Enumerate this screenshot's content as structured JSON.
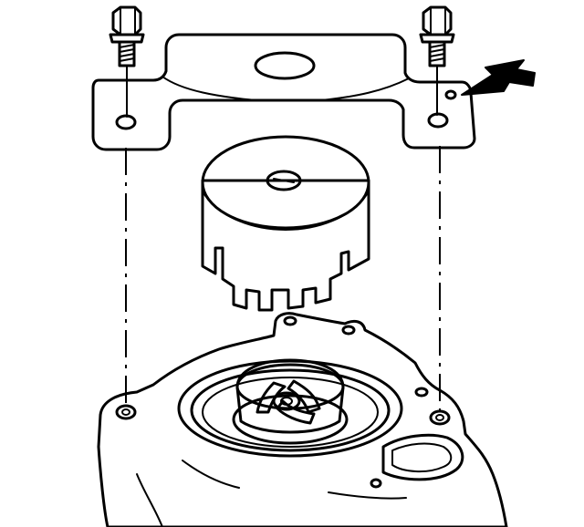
{
  "diagram": {
    "colors": {
      "ink": "#000000",
      "background": "#ffffff",
      "stipple": "#9a9a9a"
    },
    "parts": [
      "bolt-left",
      "bolt-right",
      "mounting-bracket",
      "cup-tool",
      "pump-housing",
      "impeller",
      "callout-arrow"
    ]
  }
}
